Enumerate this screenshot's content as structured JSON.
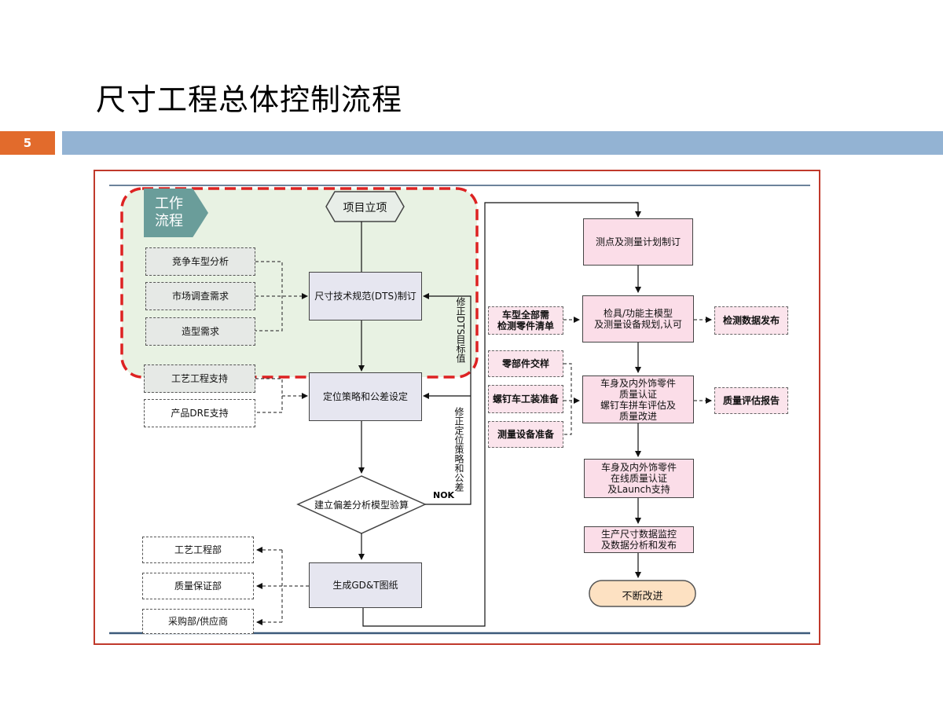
{
  "title": "尺寸工程总体控制流程",
  "page_number": "5",
  "diagram": {
    "work_flow_label": "工作\n流程",
    "start": "项目立项",
    "inputs_top": [
      "竞争车型分析",
      "市场调查需求",
      "造型需求"
    ],
    "dts": "尺寸技术规范(DTS)制订",
    "feedback_dts": "修正DTS目标值",
    "inputs_mid": [
      "工艺工程支持",
      "产品DRE支持"
    ],
    "positioning": "定位策略和公差设定",
    "feedback_strategy": "修正定位策略和公差",
    "decision": "建立偏差分析模型验算",
    "nok": "NOK",
    "gdt": "生成GD&T图纸",
    "outputs": [
      "工艺工程部",
      "质量保证部",
      "采购部/供应商"
    ],
    "measure_plan": "测点及测量计划制订",
    "parts_list": "车型全部需\n检测零件清单",
    "fixture": "检具/功能主模型\n及测量设备规划,认可",
    "data_release": "检测数据发布",
    "prep_inputs": [
      "零部件交样",
      "螺钉车工装准备",
      "测量设备准备"
    ],
    "quality_cert": "车身及内外饰零件\n质量认证\n螺钉车拼车评估及\n质量改进",
    "quality_report": "质量评估报告",
    "online_cert": "车身及内外饰零件\n在线质量认证\n及Launch支持",
    "monitoring": "生产尺寸数据监控\n及数据分析和发布",
    "improve": "不断改进"
  }
}
